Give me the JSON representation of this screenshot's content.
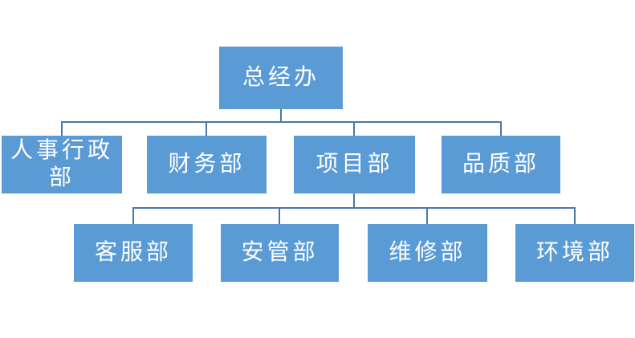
{
  "colors": {
    "box_fill": "#5b9bd5",
    "connector": "#4878aa",
    "text": "#ffffff",
    "background": "#ffffff"
  },
  "chart": {
    "type": "org-chart",
    "root": {
      "label": "总经办",
      "children": [
        {
          "label": "人事行政部"
        },
        {
          "label": "财务部"
        },
        {
          "label": "项目部",
          "children": [
            {
              "label": "客服部"
            },
            {
              "label": "安管部"
            },
            {
              "label": "维修部"
            },
            {
              "label": "环境部"
            }
          ]
        },
        {
          "label": "品质部"
        }
      ]
    }
  }
}
